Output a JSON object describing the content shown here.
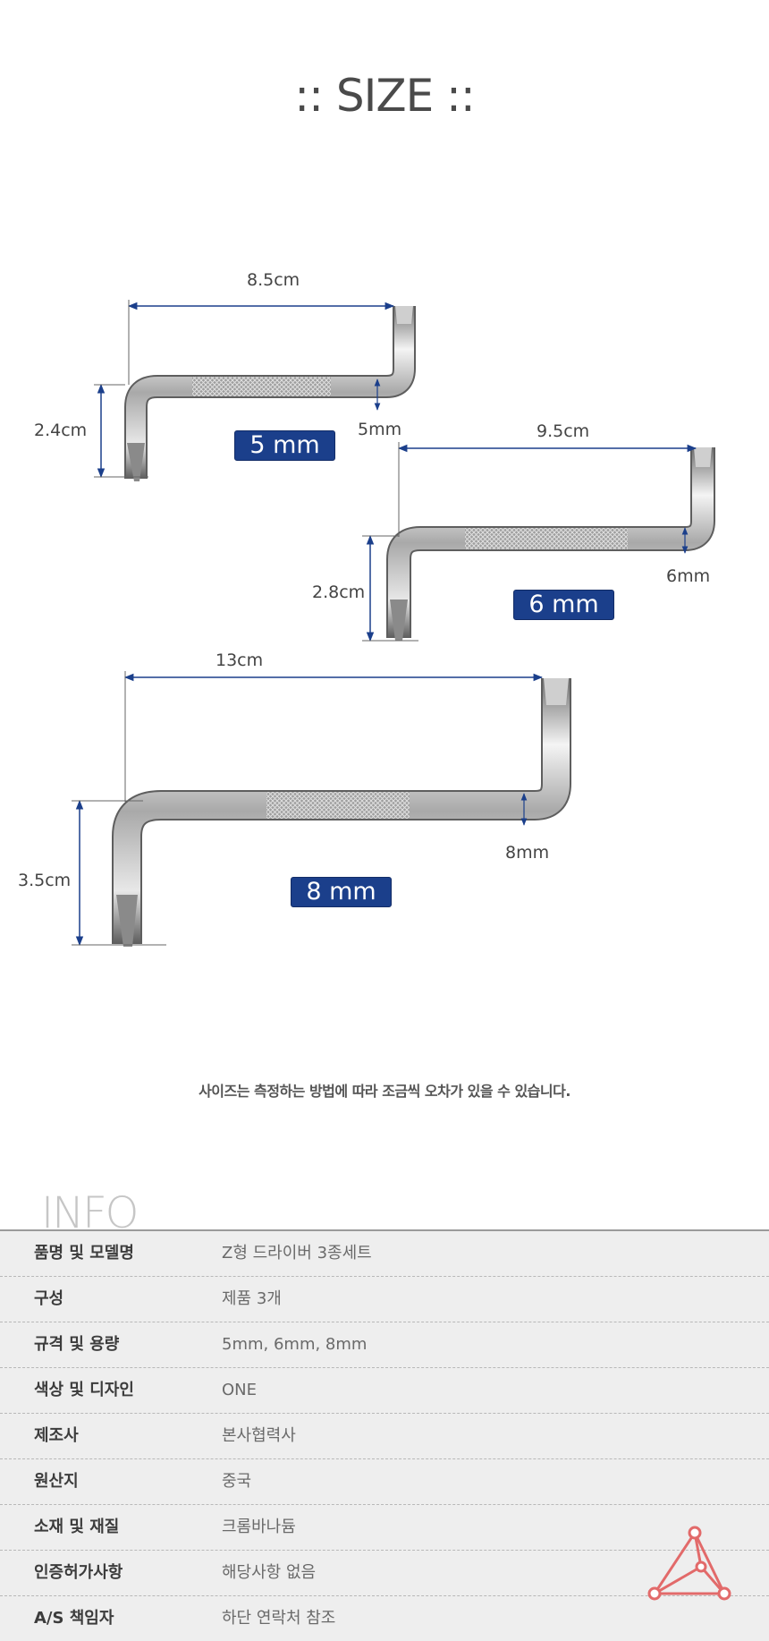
{
  "size_section": {
    "title": ":: SIZE ::",
    "drivers": [
      {
        "badge": "5 mm",
        "length": "8.5cm",
        "height": "2.4cm",
        "tip": "5mm"
      },
      {
        "badge": "6 mm",
        "length": "9.5cm",
        "height": "2.8cm",
        "tip": "6mm"
      },
      {
        "badge": "8 mm",
        "length": "13cm",
        "height": "3.5cm",
        "tip": "8mm"
      }
    ],
    "notice": "사이즈는 측정하는 방법에 따라 조금씩 오차가 있을 수 있습니다."
  },
  "info": {
    "heading": "INFO",
    "rows": [
      {
        "label": "품명 및 모델명",
        "value": "Z형 드라이버 3종세트"
      },
      {
        "label": "구성",
        "value": "제품 3개"
      },
      {
        "label": "규격 및 용량",
        "value": "5mm, 6mm, 8mm"
      },
      {
        "label": "색상 및 디자인",
        "value": "ONE"
      },
      {
        "label": "제조사",
        "value": "본사협력사"
      },
      {
        "label": "원산지",
        "value": "중국"
      },
      {
        "label": "소재 및 재질",
        "value": "크롬바나듐"
      },
      {
        "label": "인증허가사항",
        "value": "해당사항  없음"
      },
      {
        "label": "A/S 책임자",
        "value": "하단 연락처 참조"
      }
    ]
  },
  "colors": {
    "badge": "#1b3f8b",
    "table_bg": "#eeeeee",
    "logo": "#e26a6a"
  }
}
